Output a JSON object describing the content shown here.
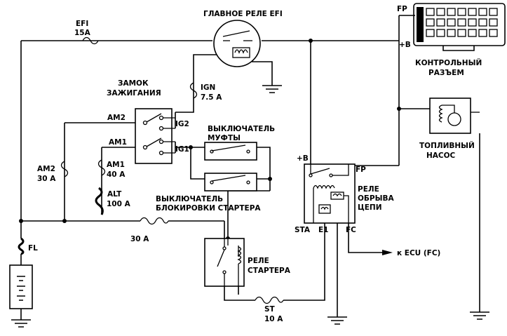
{
  "labels": {
    "efi_fuse_name": "EFI",
    "efi_fuse_rating": "15A",
    "main_relay": "ГЛАВНОЕ РЕЛЕ EFI",
    "fp": "FP",
    "plus_b_top": "+B",
    "diag_connector_1": "КОНТРОЛЬНЫЙ",
    "diag_connector_2": "РАЗЪЕМ",
    "ign_switch_1": "ЗАМОК",
    "ign_switch_2": "ЗАЖИГАНИЯ",
    "ign_fuse_name": "IGN",
    "ign_fuse_rating": "7.5 A",
    "am2": "AM2",
    "ig2": "IG2",
    "am1": "AM1",
    "ig1": "IG1",
    "clutch_switch_1": "ВЫКЛЮЧАТЕЛЬ",
    "clutch_switch_2": "МУФТЫ",
    "fuel_pump_1": "ТОПЛИВНЫЙ",
    "fuel_pump_2": "НАСОС",
    "am2_fuse_name": "AM2",
    "am2_fuse_rating": "30 A",
    "am1_fuse_name": "AM1",
    "am1_fuse_rating": "40 A",
    "alt_fuse_name": "ALT",
    "alt_fuse_rating": "100 A",
    "starter_lock_1": "ВЫКЛЮЧАТЕЛЬ",
    "starter_lock_2": "БЛОКИРОВКИ СТАРТЕРА",
    "plus_b_mid": "+B",
    "fp_mid": "FP",
    "cutoff_relay_1": "РЕЛЕ",
    "cutoff_relay_2": "ОБРЫВА",
    "cutoff_relay_3": "ЦЕПИ",
    "sta": "STA",
    "e1": "E1",
    "fc": "FC",
    "fl": "FL",
    "fuse_30a": "30 A",
    "ecu_fc": "к ECU (FC)",
    "starter_relay_1": "РЕЛЕ",
    "starter_relay_2": "СТАРТЕРА",
    "st_fuse_name": "ST",
    "st_fuse_rating": "10 A"
  }
}
